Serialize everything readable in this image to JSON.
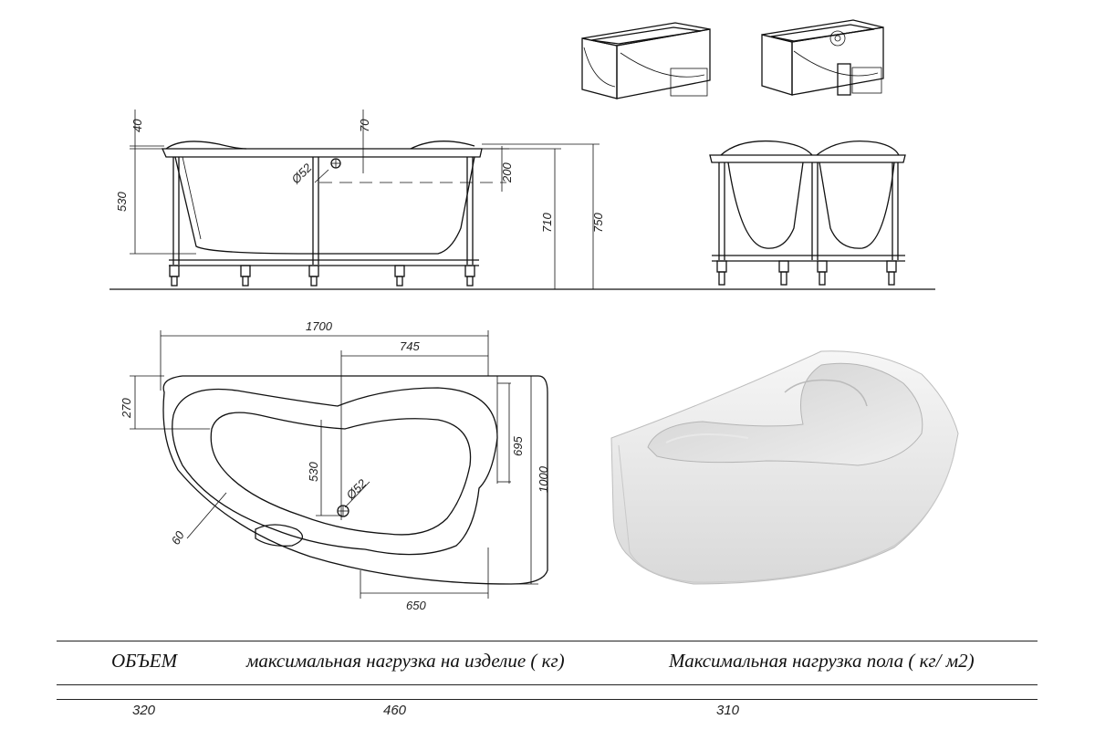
{
  "dimensions": {
    "side_view": {
      "rim_offset": "40",
      "rim_to_drain": "70",
      "height_inner": "530",
      "drain_diameter": "Ø52",
      "drain_height": "200",
      "height_710": "710",
      "height_750": "750"
    },
    "top_view": {
      "length": "1700",
      "drain_offset_x": "745",
      "wall_270": "270",
      "inner_depth": "530",
      "drain_diameter": "Ø52",
      "depth_695": "695",
      "width": "1000",
      "radius_60": "60",
      "bottom_offset": "650"
    }
  },
  "specs": {
    "headers": [
      "ОБЪЕМ",
      "максимальная нагрузка на изделие ( кг)",
      "Максимальная нагрузка пола ( кг/ м2)"
    ],
    "values": [
      "320",
      "460",
      "310"
    ]
  }
}
